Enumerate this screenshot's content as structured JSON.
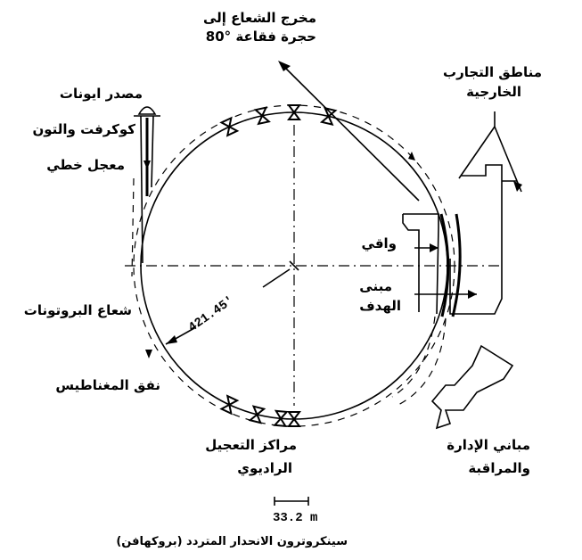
{
  "labels": {
    "beam_exit_line1": "مخرج الشعاع إلى",
    "beam_exit_line2": "حجرة فقاعة °80",
    "experiment_areas_line1": "مناطق التجارب",
    "experiment_areas_line2": "الخارجية",
    "ion_source": "مصدر ايونات",
    "cockcroft_walton": "كوكرفت والتون",
    "linear_accelerator": "معجل خطي",
    "shield": "واقي",
    "target_building_line1": "مبنى",
    "target_building_line2": "الهدف",
    "proton_beam": "شعاع البروتونات",
    "radius": "421.45'",
    "magnet_tunnel": "نفق المغناطيس",
    "rf_stations_line1": "مراكز التعجيل",
    "rf_stations_line2": "الراديوي",
    "admin_line1": "مباني الإدارة",
    "admin_line2": "والمراقبة",
    "scale": "33.2 m"
  },
  "caption": "سينكروترون الانحدار المتردد (بروكهافن)"
}
